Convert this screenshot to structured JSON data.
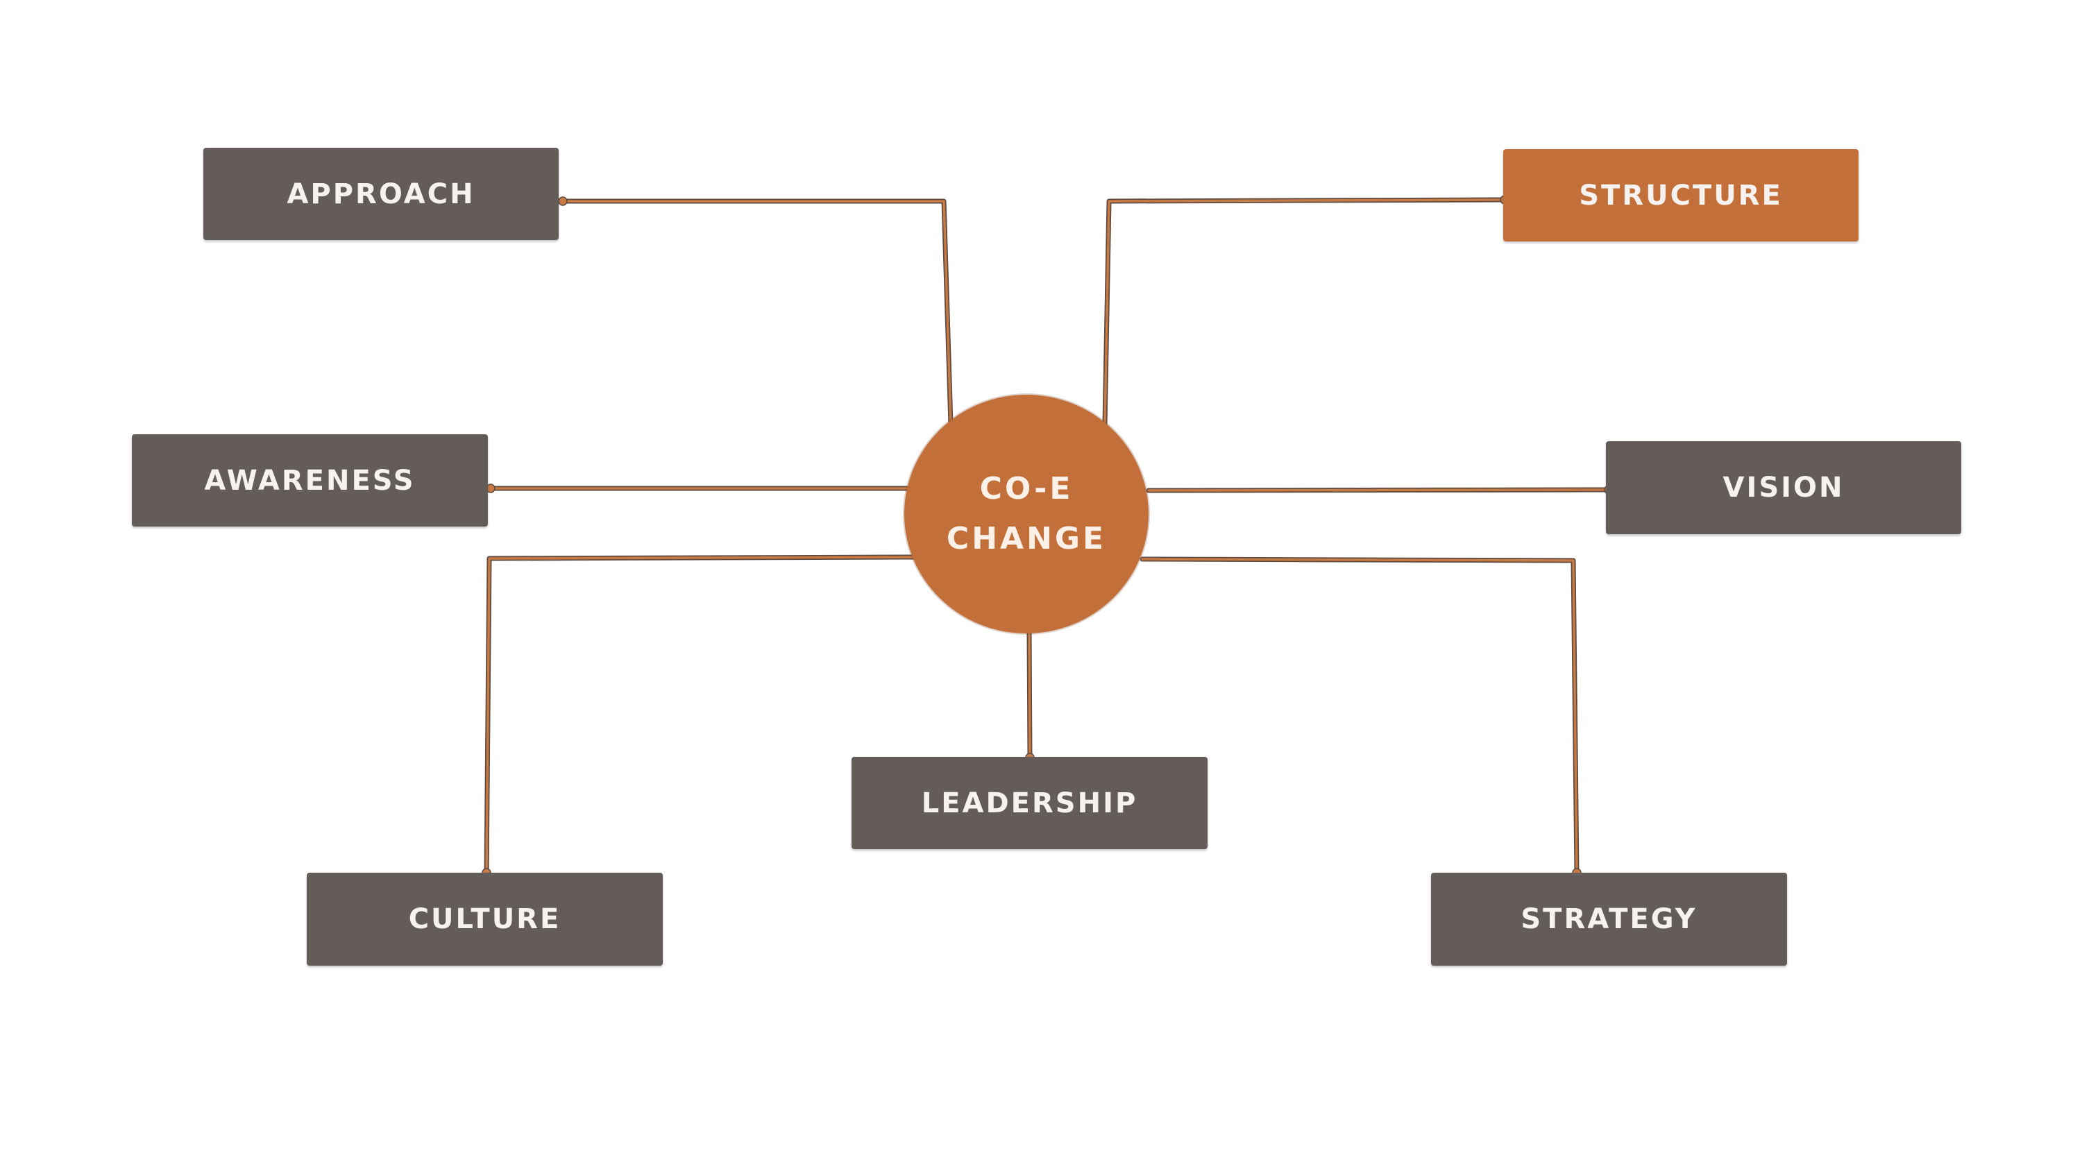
{
  "colors": {
    "background": "#ffffff",
    "node_fill": "#635c59",
    "accent": "#c36f3a",
    "label_text": "#f5f2ef",
    "hub_text": "#fbf1e8",
    "connector": "#c87a45"
  },
  "hub": {
    "line1": "CO-E",
    "line2": "CHANGE"
  },
  "nodes": [
    {
      "id": "approach",
      "label": "APPROACH",
      "highlighted": false
    },
    {
      "id": "structure",
      "label": "STRUCTURE",
      "highlighted": true
    },
    {
      "id": "awareness",
      "label": "AWARENESS",
      "highlighted": false
    },
    {
      "id": "vision",
      "label": "VISION",
      "highlighted": false
    },
    {
      "id": "leadership",
      "label": "LEADERSHIP",
      "highlighted": false
    },
    {
      "id": "culture",
      "label": "CULTURE",
      "highlighted": false
    },
    {
      "id": "strategy",
      "label": "STRATEGY",
      "highlighted": false
    }
  ],
  "edges": [
    {
      "from": "hub",
      "to": "approach"
    },
    {
      "from": "hub",
      "to": "structure"
    },
    {
      "from": "hub",
      "to": "awareness"
    },
    {
      "from": "hub",
      "to": "vision"
    },
    {
      "from": "hub",
      "to": "leadership"
    },
    {
      "from": "hub",
      "to": "culture"
    },
    {
      "from": "hub",
      "to": "strategy"
    }
  ]
}
